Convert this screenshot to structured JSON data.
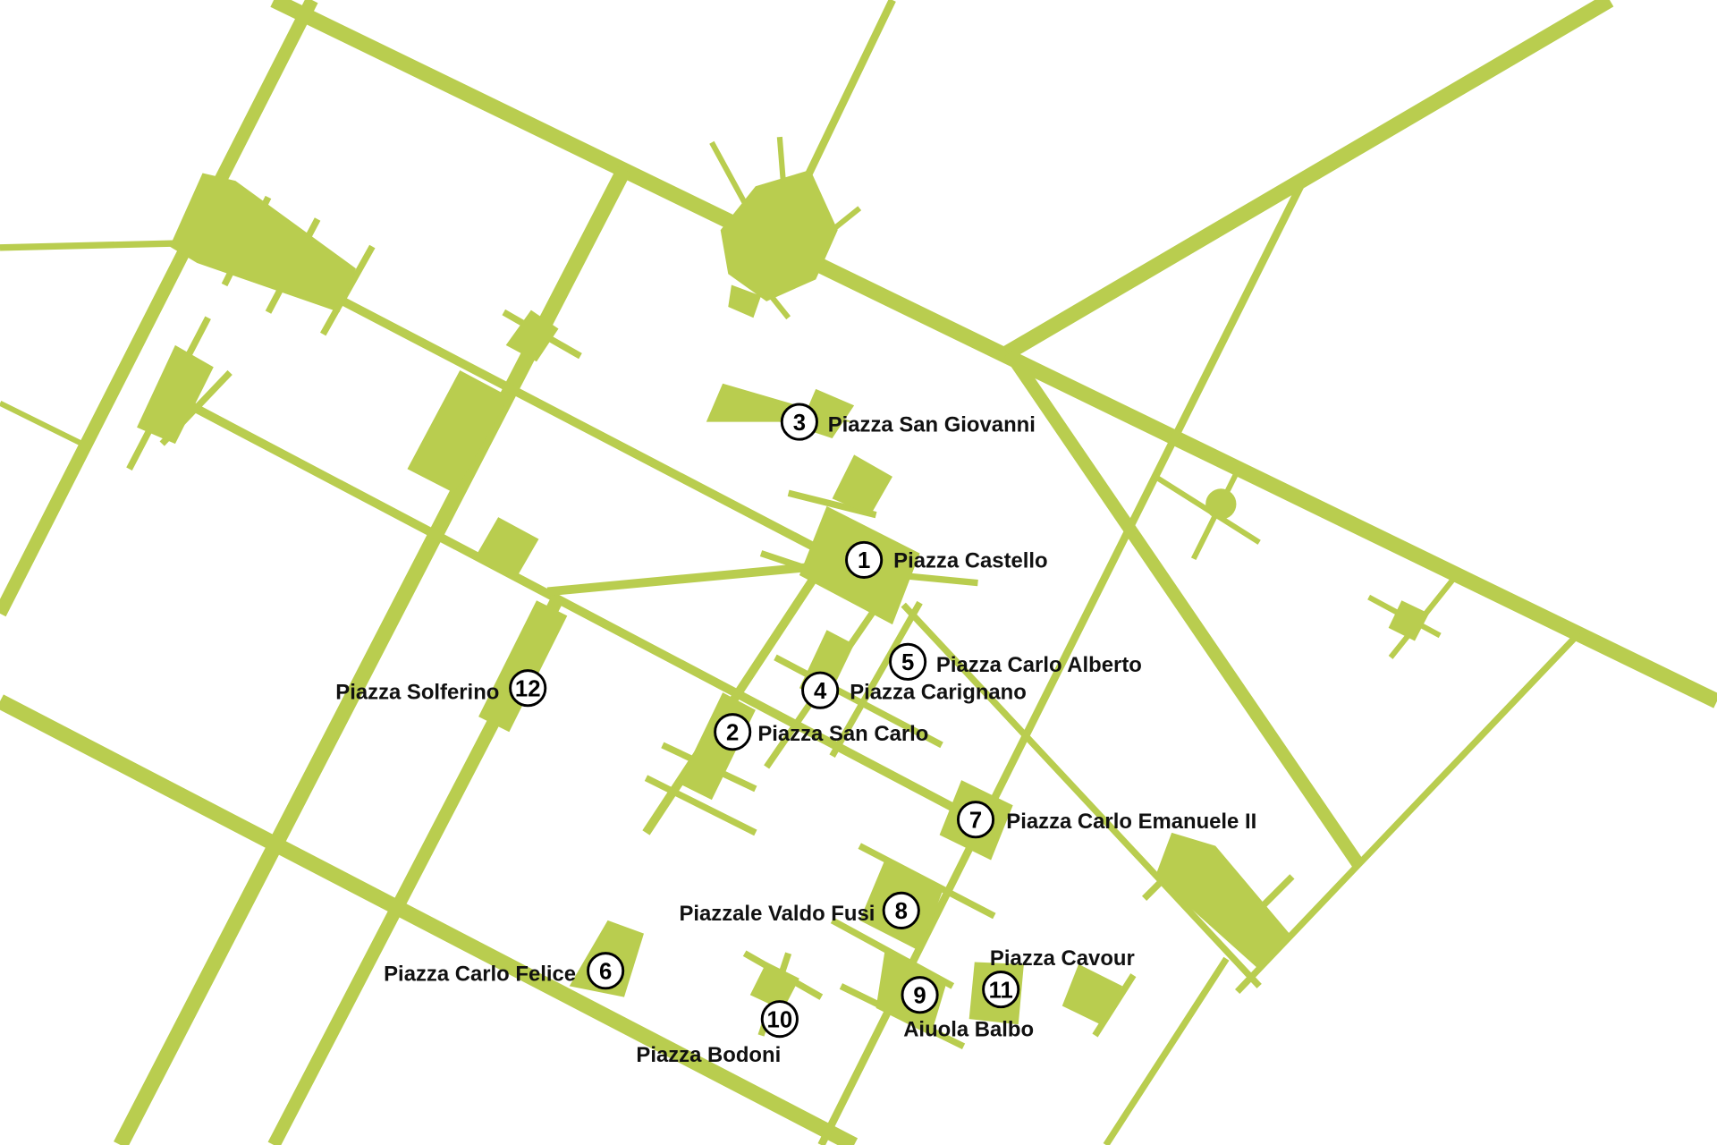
{
  "map": {
    "colors": {
      "streets": "#b9cd4f",
      "background": "#ffffff",
      "marker_outline": "#000000"
    },
    "places": [
      {
        "number": "1",
        "name": "Piazza Castello"
      },
      {
        "number": "2",
        "name": "Piazza San Carlo"
      },
      {
        "number": "3",
        "name": "Piazza San Giovanni"
      },
      {
        "number": "4",
        "name": "Piazza Carignano"
      },
      {
        "number": "5",
        "name": "Piazza Carlo Alberto"
      },
      {
        "number": "6",
        "name": "Piazza Carlo Felice"
      },
      {
        "number": "7",
        "name": "Piazza Carlo Emanuele II"
      },
      {
        "number": "8",
        "name": "Piazzale Valdo Fusi"
      },
      {
        "number": "9",
        "name": "Aiuola Balbo"
      },
      {
        "number": "10",
        "name": "Piazza Bodoni"
      },
      {
        "number": "11",
        "name": "Piazza Cavour"
      },
      {
        "number": "12",
        "name": "Piazza Solferino"
      }
    ]
  }
}
